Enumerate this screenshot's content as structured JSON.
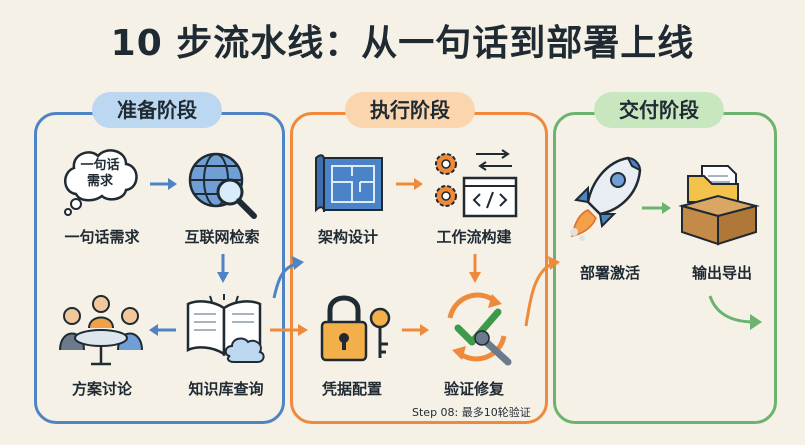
{
  "title": "10 步流水线：从一句话到部署上线",
  "phases": {
    "prepare": {
      "label": "准备阶段",
      "color": "#4f84c4",
      "steps": [
        {
          "label": "一句话需求",
          "bubble_line1": "一句话",
          "bubble_line2": "需求",
          "icon": "thought-bubble-icon"
        },
        {
          "label": "互联网检索",
          "icon": "globe-search-icon"
        },
        {
          "label": "知识库查询",
          "icon": "book-cloud-icon"
        },
        {
          "label": "方案讨论",
          "icon": "people-meeting-icon"
        }
      ]
    },
    "exec": {
      "label": "执行阶段",
      "color": "#ef8a3c",
      "steps": [
        {
          "label": "架构设计",
          "icon": "blueprint-icon"
        },
        {
          "label": "工作流构建",
          "icon": "gears-code-icon"
        },
        {
          "label": "凭据配置",
          "icon": "lock-key-icon"
        },
        {
          "label": "验证修复",
          "icon": "check-wrench-icon"
        }
      ],
      "note": "Step 08: 最多10轮验证"
    },
    "deliver": {
      "label": "交付阶段",
      "color": "#6bb36e",
      "steps": [
        {
          "label": "部署激活",
          "icon": "rocket-icon"
        },
        {
          "label": "输出导出",
          "icon": "box-documents-icon"
        }
      ]
    }
  }
}
